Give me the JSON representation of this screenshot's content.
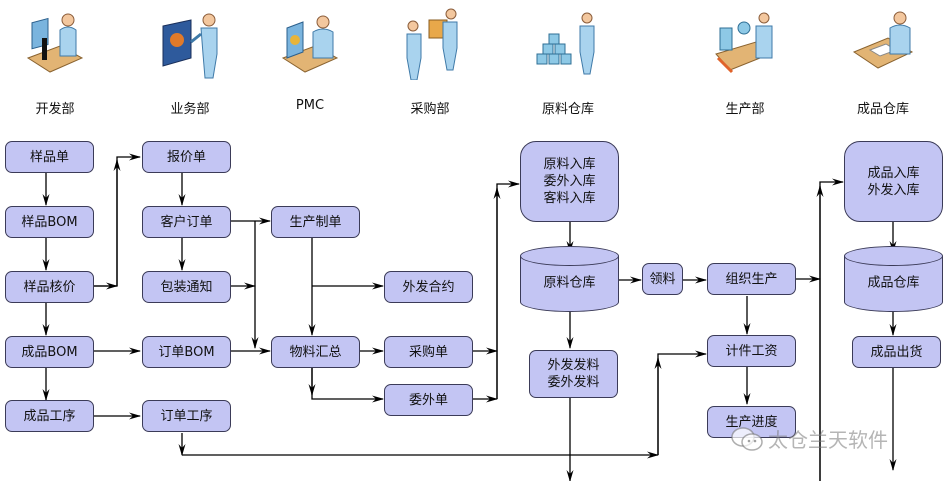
{
  "departments": [
    {
      "label": "开发部",
      "icon": "developer-microscope-icon"
    },
    {
      "label": "业务部",
      "icon": "sales-presentation-icon"
    },
    {
      "label": "PMC",
      "icon": "planning-desk-icon"
    },
    {
      "label": "采购部",
      "icon": "purchasing-handover-icon"
    },
    {
      "label": "原料仓库",
      "icon": "raw-material-stock-icon"
    },
    {
      "label": "生产部",
      "icon": "production-conveyor-icon"
    },
    {
      "label": "成品仓库",
      "icon": "finished-goods-desk-icon"
    }
  ],
  "nodes": {
    "sample_order": "样品单",
    "sample_bom": "样品BOM",
    "sample_costing": "样品核价",
    "product_bom": "成品BOM",
    "product_process": "成品工序",
    "quotation": "报价单",
    "customer_order": "客户订单",
    "packing_notice": "包装通知",
    "order_bom": "订单BOM",
    "order_process": "订单工序",
    "production_order": "生产制单",
    "outsource_contract": "外发合约",
    "material_summary": "物料汇总",
    "purchase_order": "采购单",
    "outsource_order": "委外单",
    "material_inbound": "原料入库\n委外入库\n客料入库",
    "raw_warehouse": "原料仓库",
    "material_issue": "外发发料\n委外发料",
    "picking": "领料",
    "organize_production": "组织生产",
    "piece_wage": "计件工资",
    "production_progress": "生产进度",
    "finished_inbound": "成品入库\n外发入库",
    "finished_warehouse": "成品仓库",
    "finished_shipment": "成品出货"
  },
  "watermark": {
    "text": "太仓兰天软件",
    "icon": "wechat-icon"
  },
  "colors": {
    "box_fill": "#c3c5f3",
    "box_border": "#3b3b58",
    "line": "#000000"
  }
}
